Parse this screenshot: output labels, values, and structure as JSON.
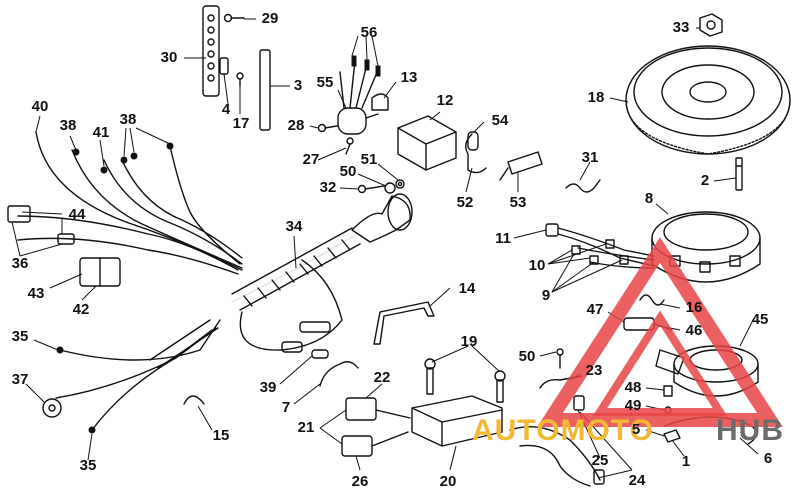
{
  "diagram": {
    "labels": [
      {
        "id": "l29",
        "text": "29"
      },
      {
        "id": "l56",
        "text": "56"
      },
      {
        "id": "l33",
        "text": "33"
      },
      {
        "id": "l30",
        "text": "30"
      },
      {
        "id": "l3",
        "text": "3"
      },
      {
        "id": "l55",
        "text": "55"
      },
      {
        "id": "l13",
        "text": "13"
      },
      {
        "id": "l18",
        "text": "18"
      },
      {
        "id": "l40",
        "text": "40"
      },
      {
        "id": "l12",
        "text": "12"
      },
      {
        "id": "l4",
        "text": "4"
      },
      {
        "id": "l17",
        "text": "17"
      },
      {
        "id": "l38a",
        "text": "38"
      },
      {
        "id": "l41",
        "text": "41"
      },
      {
        "id": "l38b",
        "text": "38"
      },
      {
        "id": "l28",
        "text": "28"
      },
      {
        "id": "l54",
        "text": "54"
      },
      {
        "id": "l27",
        "text": "27"
      },
      {
        "id": "l31",
        "text": "31"
      },
      {
        "id": "l51",
        "text": "51"
      },
      {
        "id": "l50a",
        "text": "50"
      },
      {
        "id": "l2",
        "text": "2"
      },
      {
        "id": "l32",
        "text": "32"
      },
      {
        "id": "l52",
        "text": "52"
      },
      {
        "id": "l53",
        "text": "53"
      },
      {
        "id": "l8",
        "text": "8"
      },
      {
        "id": "l44",
        "text": "44"
      },
      {
        "id": "l34",
        "text": "34"
      },
      {
        "id": "l11",
        "text": "11"
      },
      {
        "id": "l36",
        "text": "36"
      },
      {
        "id": "l10",
        "text": "10"
      },
      {
        "id": "l43",
        "text": "43"
      },
      {
        "id": "l9",
        "text": "9"
      },
      {
        "id": "l42",
        "text": "42"
      },
      {
        "id": "l14",
        "text": "14"
      },
      {
        "id": "l16",
        "text": "16"
      },
      {
        "id": "l47",
        "text": "47"
      },
      {
        "id": "l45",
        "text": "45"
      },
      {
        "id": "l46",
        "text": "46"
      },
      {
        "id": "l35a",
        "text": "35"
      },
      {
        "id": "l19",
        "text": "19"
      },
      {
        "id": "l50b",
        "text": "50"
      },
      {
        "id": "l23",
        "text": "23"
      },
      {
        "id": "l37",
        "text": "37"
      },
      {
        "id": "l39",
        "text": "39"
      },
      {
        "id": "l22",
        "text": "22"
      },
      {
        "id": "l48",
        "text": "48"
      },
      {
        "id": "l49",
        "text": "49"
      },
      {
        "id": "l7",
        "text": "7"
      },
      {
        "id": "l15",
        "text": "15"
      },
      {
        "id": "l21",
        "text": "21"
      },
      {
        "id": "l5",
        "text": "5"
      },
      {
        "id": "l6",
        "text": "6"
      },
      {
        "id": "l25",
        "text": "25"
      },
      {
        "id": "l1",
        "text": "1"
      },
      {
        "id": "l35b",
        "text": "35"
      },
      {
        "id": "l26",
        "text": "26"
      },
      {
        "id": "l20",
        "text": "20"
      },
      {
        "id": "l24",
        "text": "24"
      }
    ]
  },
  "watermark": {
    "text_a": "AUTOMOTO",
    "text_b": "HUB",
    "color_a": "#f2b935",
    "color_b": "#6b6b6b",
    "triangle_color": "#e84545"
  }
}
